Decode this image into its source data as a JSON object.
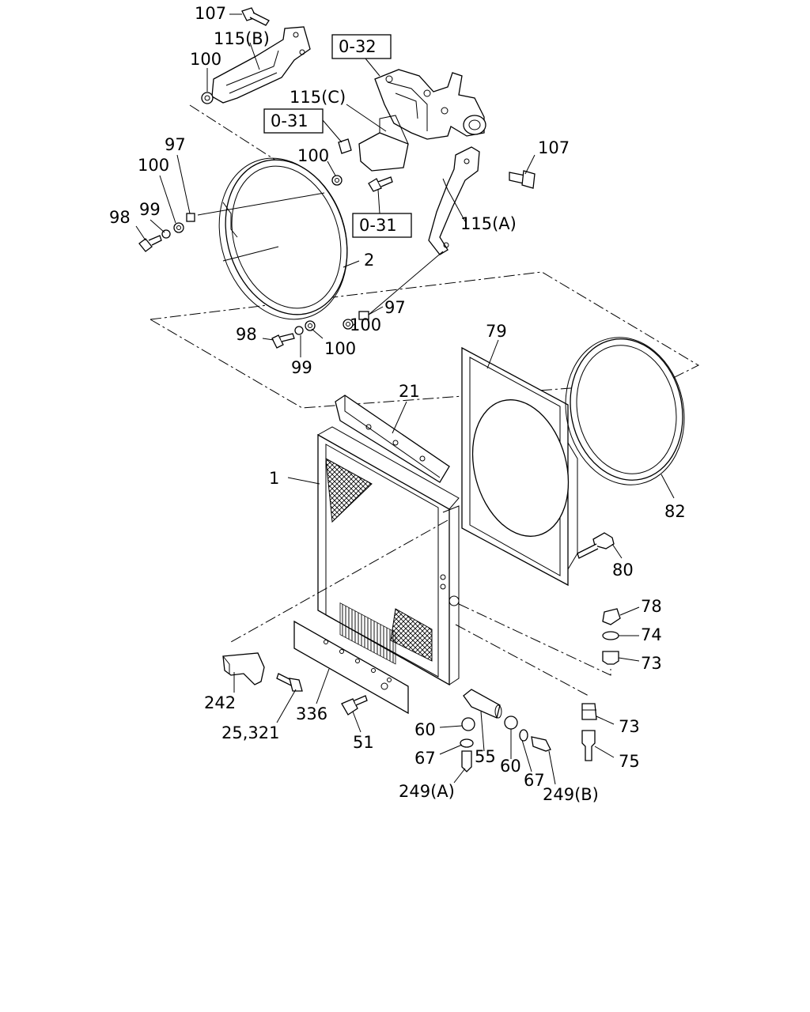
{
  "diagram": {
    "colors": {
      "line": "#000000",
      "background": "#ffffff"
    },
    "part_labels": {
      "p107_top": "107",
      "p115B": "115(B)",
      "p100_a": "100",
      "ref_032": "0-32",
      "p115C": "115(C)",
      "ref_031_a": "0-31",
      "p100_b": "100",
      "p107_right": "107",
      "ref_031_b": "0-31",
      "p115A": "115(A)",
      "p97_a": "97",
      "p100_c": "100",
      "p99_a": "99",
      "p98_a": "98",
      "p2": "2",
      "p97_b": "97",
      "p100_d": "100",
      "p98_b": "98",
      "p100_e": "100",
      "p99_b": "99",
      "p79": "79",
      "p21": "21",
      "p1": "1",
      "p82": "82",
      "p80": "80",
      "p78": "78",
      "p74": "74",
      "p73_a": "73",
      "p73_b": "73",
      "p75": "75",
      "p242": "242",
      "p25_321": "25,321",
      "p336": "336",
      "p51": "51",
      "p60_a": "60",
      "p67_a": "67",
      "p55": "55",
      "p60_b": "60",
      "p67_b": "67",
      "p249A": "249(A)",
      "p249B": "249(B)"
    }
  }
}
